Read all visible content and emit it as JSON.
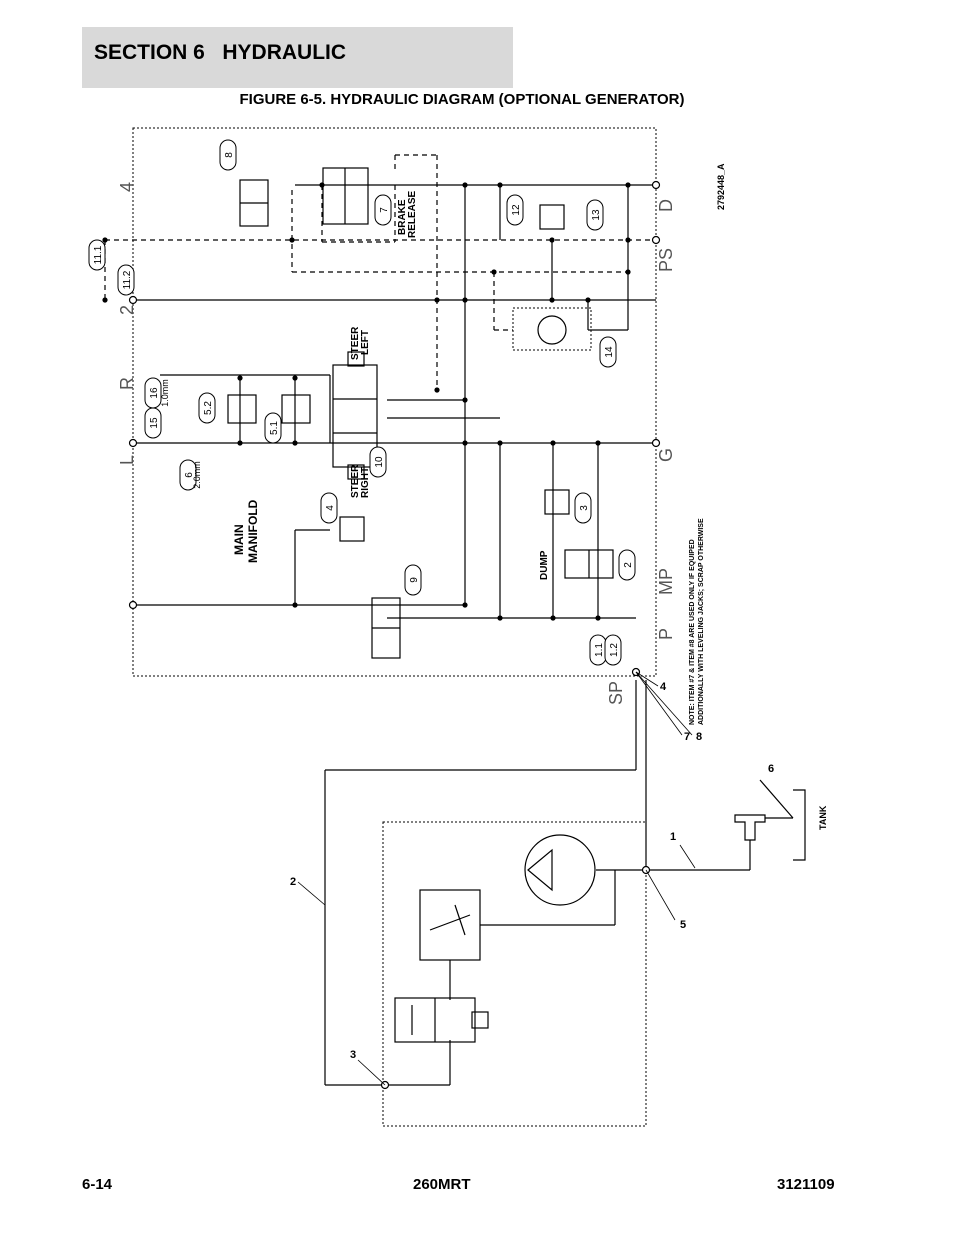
{
  "header": {
    "section": "SECTION 6   HYDRAULIC",
    "figure_title": "FIGURE 6-5. HYDRAULIC DIAGRAM (OPTIONAL GENERATOR)"
  },
  "footer": {
    "left": "6-14",
    "center": "260MRT",
    "right": "3121109"
  },
  "diagram": {
    "drawing_number": "2792448_A",
    "note_line1": "NOTE: ITEM #7 & ITEM #8 ARE USED ONLY IF EQUIPED",
    "note_line2": "ADDITIONALLY WITH LEVELING JACKS; SCRAP OTHERWISE",
    "labels": {
      "main_manifold_1": "MAIN",
      "main_manifold_2": "MANIFOLD",
      "steer_left_1": "STEER",
      "steer_left_2": "LEFT",
      "steer_right_1": "STEER",
      "steer_right_2": "RIGHT",
      "brake_release_1": "BRAKE",
      "brake_release_2": "RELEASE",
      "dump": "DUMP",
      "tank": "TANK"
    },
    "ports": {
      "four": "4",
      "two": "2",
      "r": "R",
      "l": "L",
      "d": "D",
      "ps": "PS",
      "g": "G",
      "mp": "MP",
      "p": "P",
      "sp": "SP"
    },
    "components": {
      "c8": "8",
      "c7": "7",
      "c11_1": "11.1",
      "c11_2": "11.2",
      "c12": "12",
      "c13": "13",
      "c14": "14",
      "c16": "16",
      "c15": "15",
      "c5_2": "5.2",
      "c5_1": "5.1",
      "c6": "6",
      "c6_orifice": "2.0mm",
      "c16_orifice": "1.0mm",
      "c10": "10",
      "c4": "4",
      "c9": "9",
      "c3": "3",
      "c2": "2",
      "c1_1": "1.1",
      "c1_2": "1.2"
    },
    "callouts": {
      "n1": "1",
      "n2": "2",
      "n3": "3",
      "n4": "4",
      "n5": "5",
      "n6": "6",
      "n7": "7",
      "n8": "8"
    }
  }
}
